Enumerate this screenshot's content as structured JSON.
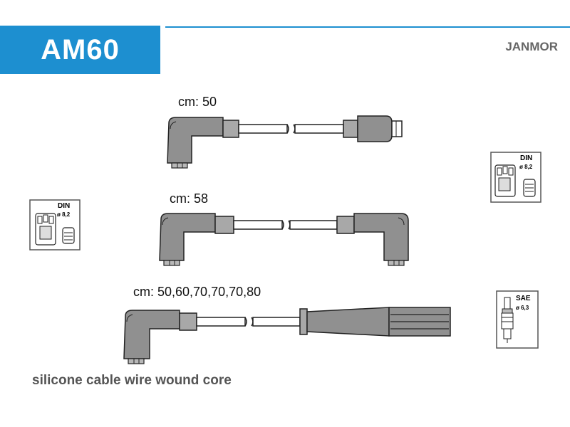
{
  "header": {
    "code": "AM60",
    "brand": "JANMOR"
  },
  "cables": [
    {
      "label": "cm: 50"
    },
    {
      "label": "cm: 58"
    },
    {
      "label": "cm: 50,60,70,70,70,80"
    }
  ],
  "icons": {
    "left": {
      "standard": "DIN",
      "size": "ø 8,2"
    },
    "right_top": {
      "standard": "DIN",
      "size": "ø 8,2"
    },
    "right_bottom": {
      "standard": "SAE",
      "size": "ø 6,3"
    }
  },
  "footer": {
    "description": "silicone cable wire wound core"
  },
  "colors": {
    "accent": "#1d8fd0",
    "part_fill": "#909090",
    "outline": "#222222"
  }
}
